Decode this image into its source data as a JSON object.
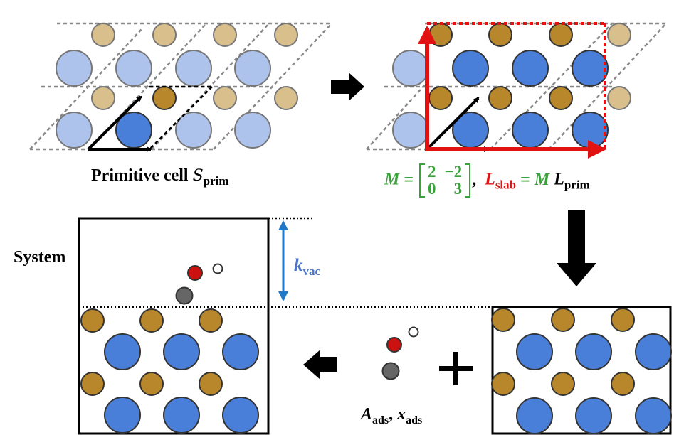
{
  "labels": {
    "primitive_cell_text": "Primitive cell",
    "primitive_cell_symbol": "S",
    "primitive_cell_sub": "prim",
    "system": "System",
    "kvac_symbol": "k",
    "kvac_sub": "vac",
    "ads_a_symbol": "A",
    "ads_a_sub": "ads",
    "ads_x_symbol": "x",
    "ads_x_sub": "ads"
  },
  "equation": {
    "m_symbol": "M",
    "equals": "=",
    "matrix": [
      [
        "2",
        "−2"
      ],
      [
        "0",
        "3"
      ]
    ],
    "comma": ",",
    "lslab_symbol": "L",
    "lslab_sub": "slab",
    "m_symbol2": "M",
    "lprim_symbol": "L",
    "lprim_sub": "prim"
  },
  "colors": {
    "metal_light": "#aec3ec",
    "metal": "#4a7fd9",
    "adsorbate_site_light": "#d9bf8c",
    "adsorbate_site": "#b8862b",
    "oxygen": "#cc1111",
    "carbon": "#666666",
    "hydrogen": "#ffffff",
    "matrix_green": "#3aa23a",
    "lattice_red": "#e21212",
    "vacuum_blue": "#1f78c8",
    "kvac_text": "#4a73c9"
  }
}
